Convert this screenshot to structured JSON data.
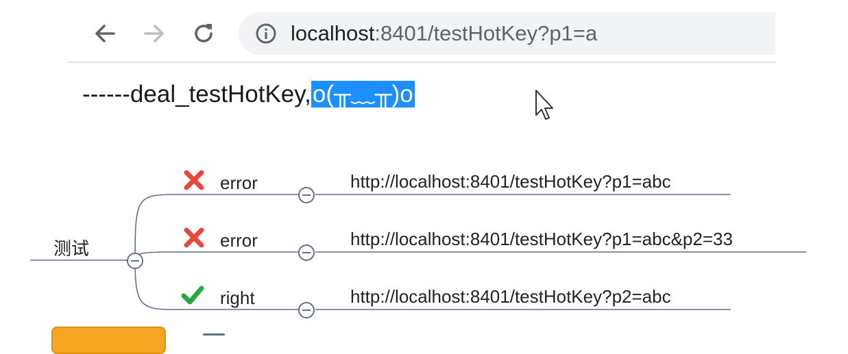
{
  "browser": {
    "back_icon": "arrow-left-icon",
    "forward_icon": "arrow-right-icon",
    "reload_icon": "reload-icon",
    "info_icon": "info-circle-icon",
    "url_host": "localhost",
    "url_rest": ":8401/testHotKey?p1=a"
  },
  "page": {
    "result_prefix": "------deal_testHotKey,",
    "result_selected": "o(╥﹏╥)o"
  },
  "mindmap": {
    "root": "测试",
    "branches": [
      {
        "status": "error",
        "icon": "red-x-icon",
        "url": "http://localhost:8401/testHotKey?p1=abc"
      },
      {
        "status": "error",
        "icon": "red-x-icon",
        "url": "http://localhost:8401/testHotKey?p1=abc&p2=33"
      },
      {
        "status": "right",
        "icon": "green-check-icon",
        "url": "http://localhost:8401/testHotKey?p2=abc"
      }
    ],
    "colors": {
      "line": "#5f6f8c",
      "error": "#e8483b",
      "right": "#27a841",
      "node": "#f5a623"
    }
  }
}
